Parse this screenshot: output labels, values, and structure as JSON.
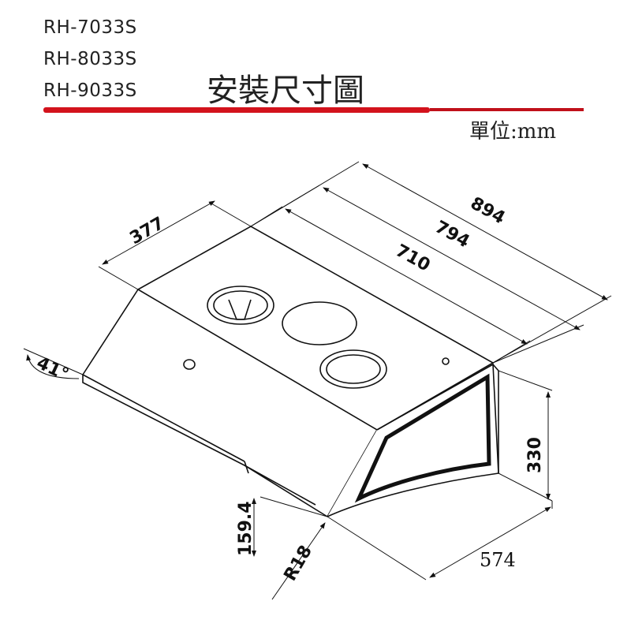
{
  "header": {
    "models": [
      "RH-7033S",
      "RH-8033S",
      "RH-9033S"
    ],
    "title": "安裝尺寸圖",
    "unit": "單位:mm",
    "accent_color": "#d3121c"
  },
  "dimensions": {
    "width_894": "894",
    "width_794": "794",
    "width_710": "710",
    "depth_top": "377",
    "angle": "41°",
    "height_330": "330",
    "depth_574": "574",
    "lip_159": "159.4",
    "radius": "R18"
  }
}
